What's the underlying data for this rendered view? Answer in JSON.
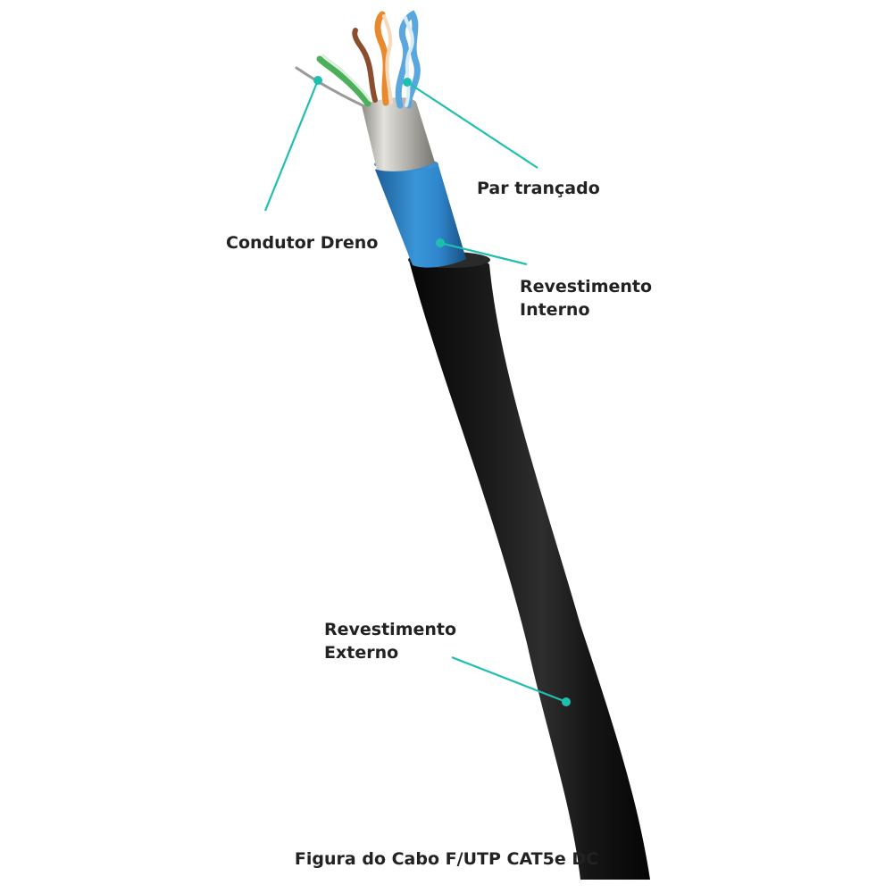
{
  "labels": {
    "par_trancado": "Par trançado",
    "condutor_dreno": "Condutor Dreno",
    "revestimento_interno_line1": "Revestimento",
    "revestimento_interno_line2": "Interno",
    "revestimento_externo_line1": "Revestimento",
    "revestimento_externo_line2": "Externo"
  },
  "caption": "Figura do Cabo F/UTP CAT5e DC",
  "colors": {
    "leader_line": "#1fbfb0",
    "outer_jacket": "#121212",
    "inner_jacket": "#2f86cc",
    "foil_shield": "#c9c7c2",
    "pair_blue": "#5aa7e0",
    "pair_green": "#4caf5a",
    "pair_orange": "#e8892e",
    "pair_brown": "#8a4e2e",
    "drain_wire": "#9a9a9a",
    "label_text": "#222222"
  }
}
